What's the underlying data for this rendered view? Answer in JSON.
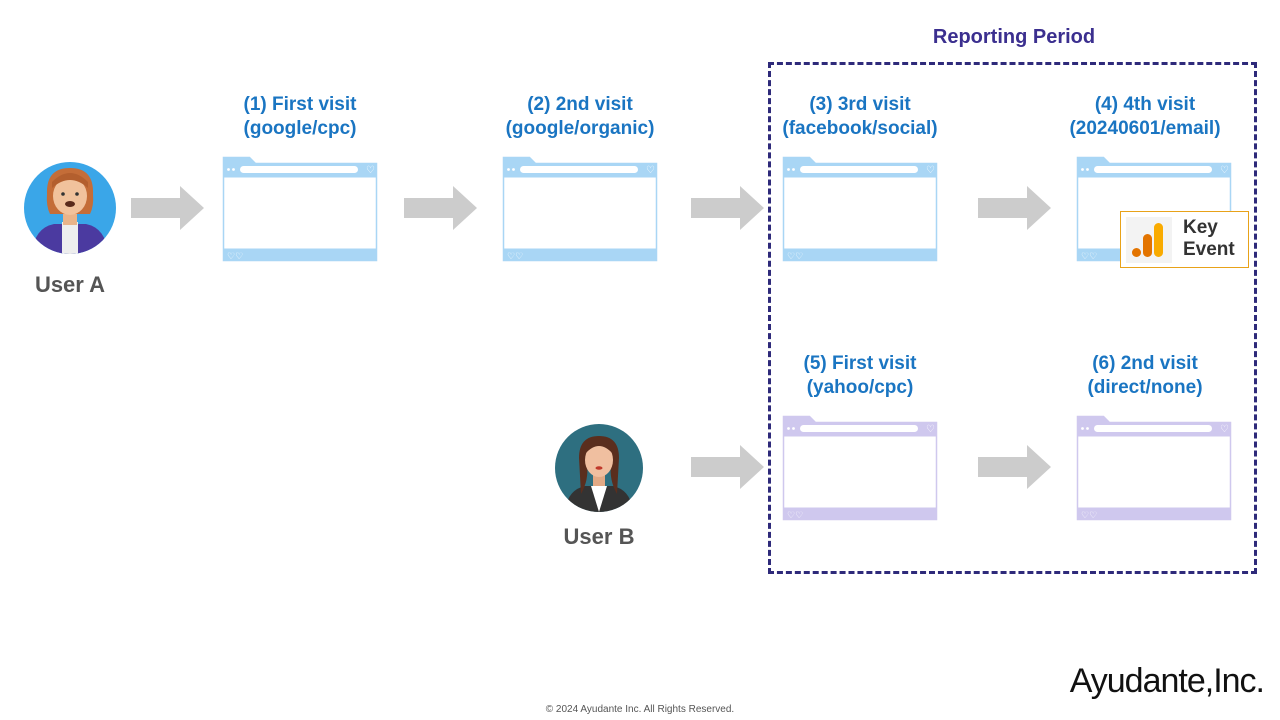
{
  "title": "Reporting Period",
  "users": [
    {
      "label": "User A"
    },
    {
      "label": "User B"
    }
  ],
  "visits": [
    {
      "line1": "(1) First visit",
      "line2": "(google/cpc)",
      "theme": "blue"
    },
    {
      "line1": "(2) 2nd visit",
      "line2": "(google/organic)",
      "theme": "blue"
    },
    {
      "line1": "(3) 3rd visit",
      "line2": "(facebook/social)",
      "theme": "blue"
    },
    {
      "line1": "(4) 4th visit",
      "line2": "(20240601/email)",
      "theme": "blue"
    },
    {
      "line1": "(5) First visit",
      "line2": "(yahoo/cpc)",
      "theme": "purple"
    },
    {
      "line1": "(6) 2nd visit",
      "line2": "(direct/none)",
      "theme": "purple"
    }
  ],
  "badge": {
    "line1": "Key",
    "line2": "Event"
  },
  "logo": "Ayudante,Inc.",
  "footer": "© 2024 Ayudante Inc. All Rights Reserved.",
  "colors": {
    "visit_label": "#1a75c2",
    "period_border": "#2e2a7a",
    "blue_window": "#a9d6f5",
    "purple_window": "#cfc8ee",
    "arrow": "#cccccc",
    "badge_border": "#e8a219"
  }
}
